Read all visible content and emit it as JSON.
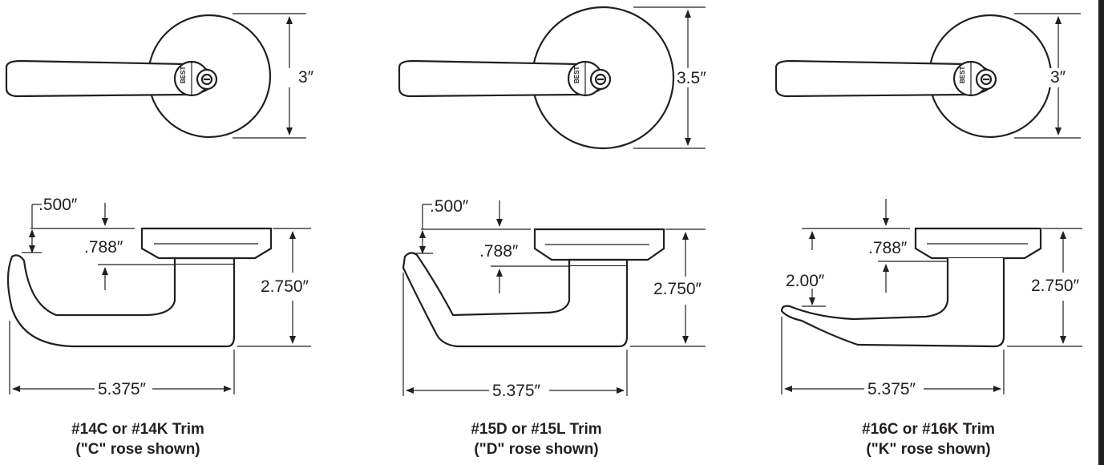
{
  "trims": [
    {
      "height_label": "3″",
      "offset_label": ".500″",
      "neck_label": ".788″",
      "lever_drop_label": "",
      "projection_label": "2.750″",
      "length_label": "5.375″",
      "caption_line1": "#14C or #14K Trim",
      "caption_line2": "(\"C\" rose shown)"
    },
    {
      "height_label": "3.5″",
      "offset_label": ".500″",
      "neck_label": ".788″",
      "lever_drop_label": "",
      "projection_label": "2.750″",
      "length_label": "5.375″",
      "caption_line1": "#15D or #15L Trim",
      "caption_line2": "(\"D\" rose shown)"
    },
    {
      "height_label": "3″",
      "offset_label": "",
      "neck_label": ".788″",
      "lever_drop_label": "2.00″",
      "projection_label": "2.750″",
      "length_label": "5.375″",
      "caption_line1": "#16C or #16K Trim",
      "caption_line2": "(\"K\" rose shown)"
    }
  ],
  "logo_text": "BEST",
  "colors": {
    "line": "#231f20",
    "background": "#ffffff"
  }
}
